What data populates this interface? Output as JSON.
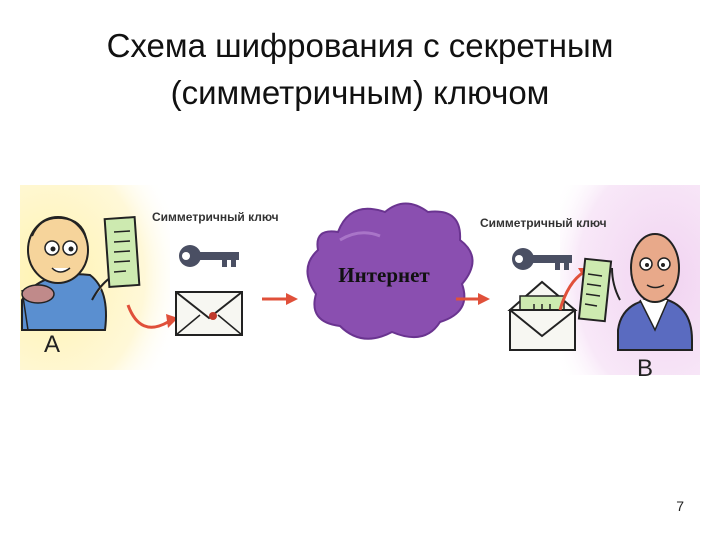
{
  "slide": {
    "title_line1": "Схема шифрования с секретным",
    "title_line2": "(симметричным) ключом",
    "page_number": "7"
  },
  "diagram": {
    "key_label_left": "Симметричный ключ",
    "key_label_right": "Симметричный ключ",
    "cloud_label": "Интернет",
    "person_a_label": "A",
    "person_b_label": "B"
  },
  "colors": {
    "cloud": "#8a4fb0",
    "arrow": "#e0503a",
    "key": "#4a4f63",
    "panel_left": "#fff0a8",
    "panel_right": "#efd2f0",
    "document": "#cdeab0"
  }
}
